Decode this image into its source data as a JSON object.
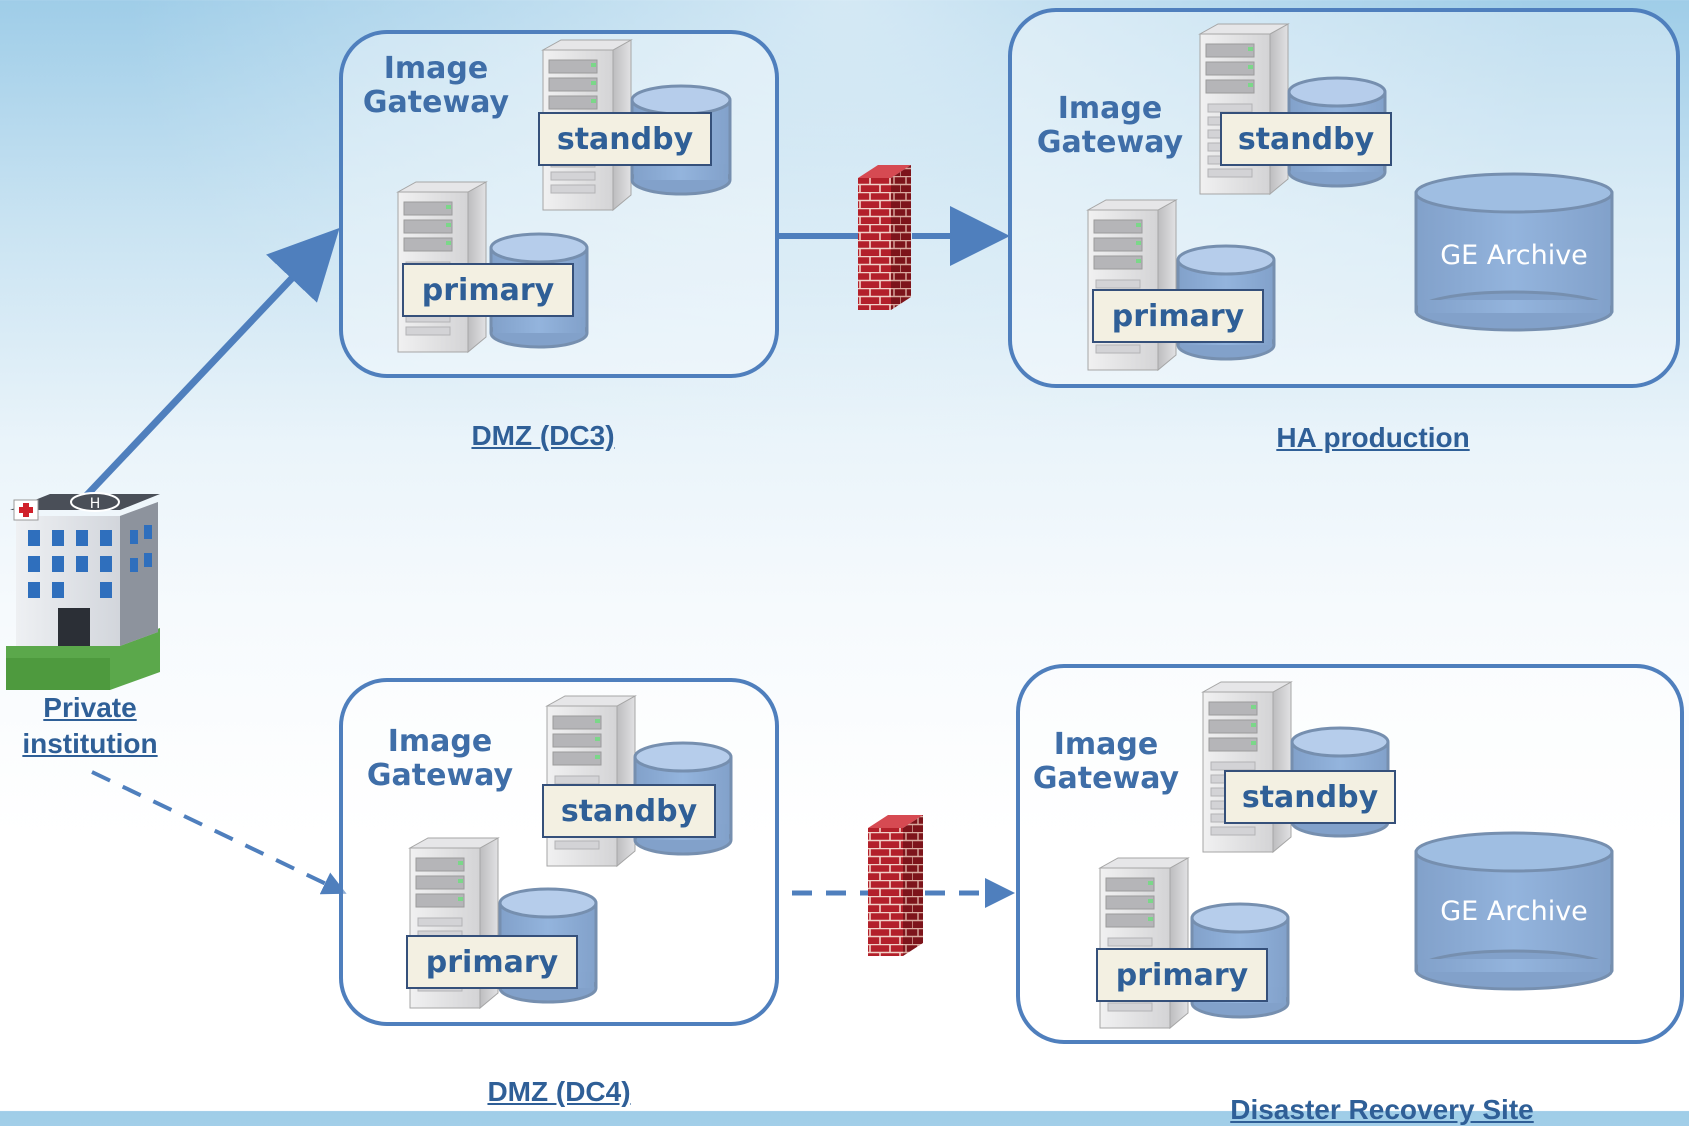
{
  "institution": {
    "line1": "Private",
    "line2": "institution"
  },
  "sites": {
    "dmz_dc3": {
      "caption": "DMZ (DC3)",
      "gateway_line1": "Image",
      "gateway_line2": "Gateway",
      "standby": "standby",
      "primary": "primary"
    },
    "ha_production": {
      "caption": "HA production",
      "gateway_line1": "Image",
      "gateway_line2": "Gateway",
      "standby": "standby",
      "primary": "primary",
      "archive": "GE Archive"
    },
    "dmz_dc4": {
      "caption": "DMZ (DC4)",
      "gateway_line1": "Image",
      "gateway_line2": "Gateway",
      "standby": "standby",
      "primary": "primary"
    },
    "dr_site": {
      "caption": "Disaster Recovery Site",
      "gateway_line1": "Image",
      "gateway_line2": "Gateway",
      "standby": "standby",
      "primary": "primary",
      "archive": "GE Archive"
    }
  },
  "connections": [
    {
      "from": "Private institution",
      "to": "DMZ (DC3)",
      "style": "solid"
    },
    {
      "from": "DMZ (DC3)",
      "to": "HA production",
      "style": "solid",
      "via": "firewall"
    },
    {
      "from": "Private institution",
      "to": "DMZ (DC4)",
      "style": "dashed"
    },
    {
      "from": "DMZ (DC4)",
      "to": "Disaster Recovery Site",
      "style": "dashed",
      "via": "firewall"
    }
  ],
  "colors": {
    "box_border": "#4f7fbd",
    "arrow": "#4f7fbd",
    "text": "#2f5f97",
    "cylinder_fill": "#4f81bd",
    "firewall_brick": "#b3202a"
  }
}
